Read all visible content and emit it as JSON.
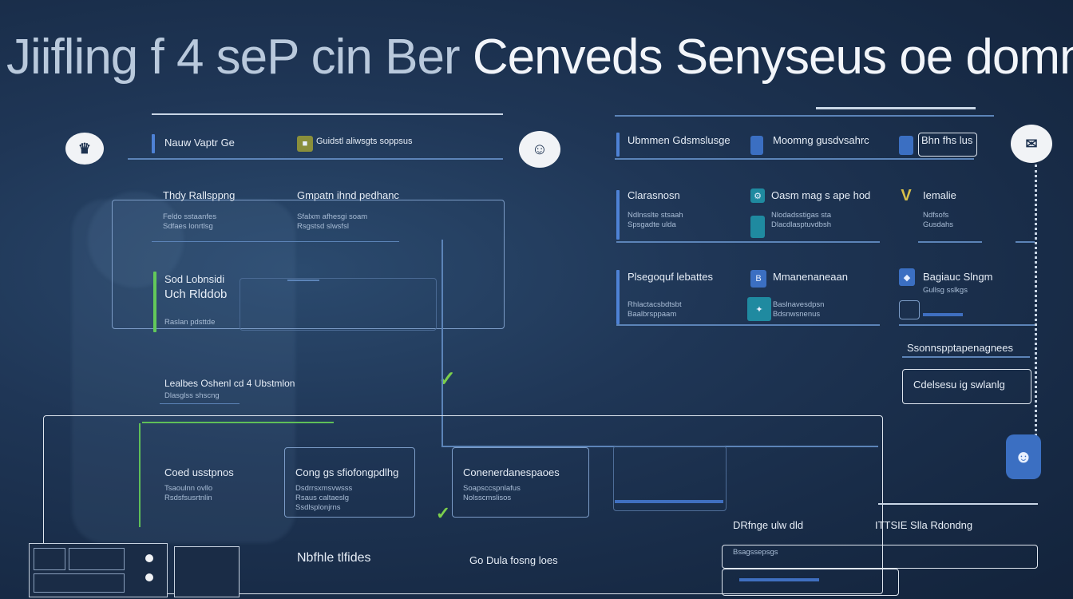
{
  "title": {
    "part1": "Jiifling f 4 seP cin Ber",
    "part2": "Cenveds Senyseus oe dommo"
  },
  "left_panel": {
    "header_items": [
      {
        "label": "Nauw Vaptr Ge",
        "sub": ""
      },
      {
        "label": "Guidstl aliwsgts soppsus",
        "sub": ""
      }
    ],
    "row1": [
      {
        "label": "Thdy Rallsppng",
        "sub": [
          "Feldo sstaanfes",
          "Sdfaes lonrtlsg"
        ]
      },
      {
        "label": "Gmpatn ihnd pedhanc",
        "sub": [
          "Sfalxm afhesgi soam",
          "Rsgstsd slwsfsl"
        ]
      }
    ],
    "row2": [
      {
        "label": "Sod Lobnsidi",
        "label2": "Uch Rlddob",
        "sub": [
          "Raslan pdsttde"
        ]
      }
    ],
    "row3": {
      "label": "Lealbes Oshenl cd 4 Ubstmlon",
      "sub": "Dlasglss shscng"
    }
  },
  "right_panel": {
    "header_items": [
      {
        "label": "Ubmmen Gdsmslusge"
      },
      {
        "label": "Moomng gusdvsahrc"
      },
      {
        "label": "Bhn fhs lus"
      }
    ],
    "row1": [
      {
        "label": "Clarasnosn",
        "sub": [
          "Ndlnsslte stsaah",
          "Spsgadte ulda"
        ]
      },
      {
        "label": "Oasm mag s ape hod",
        "sub": [
          "Nlodadsstigas sta",
          "Dlacdlasptuvdbsh"
        ]
      },
      {
        "label": "Iemalie",
        "sub": [
          "Ndfsofs",
          "Gusdahs"
        ]
      }
    ],
    "row2": [
      {
        "label": "Plsegoquf lebattes",
        "sub": [
          "Rhlactacsbdtsbt",
          "Baalbrsppaam"
        ]
      },
      {
        "label": "Mmanenaneaan",
        "sub": [
          "Baslnavesdpsn",
          "Bdsnwsnenus"
        ]
      },
      {
        "label": "Bagiauc Slngm",
        "sub": [
          "Gullsg sslkgs"
        ]
      }
    ],
    "side_labels": [
      "Ssonnspptapenagnees",
      "Cdelsesu ig swlanlg"
    ]
  },
  "bottom_panel": {
    "cards": [
      {
        "label": "Coed usstpnos",
        "sub": [
          "Tsaoulnn ovllo",
          "Rsdsfsusrtnlin"
        ]
      },
      {
        "label": "Cong gs sfiofongpdlhg",
        "sub": [
          "Dsdrrsxmsvwsss",
          "Rsaus caltaeslg",
          "Ssdlsplonjrns"
        ]
      },
      {
        "label": "Conenerdanespaoes",
        "sub": [
          "Soapsccspnlafus",
          "Nolsscmslisos"
        ]
      }
    ],
    "footer": [
      {
        "label": "Nbfhle tlfides"
      },
      {
        "label": "Go Dula fosng loes"
      }
    ],
    "right_items": [
      {
        "label": "DRfnge ulw dld",
        "sub": "Bsagssepsgs"
      },
      {
        "label": "ITTSIE Slla Rdondng"
      }
    ]
  },
  "icons": [
    "crown-icon",
    "face-icon",
    "chat-icon",
    "check-icon",
    "robot-icon"
  ],
  "colors": {
    "background": "#1d3250",
    "accent_blue": "#4e82d6",
    "accent_green": "#63c95a",
    "line": "#7c9cc7"
  }
}
